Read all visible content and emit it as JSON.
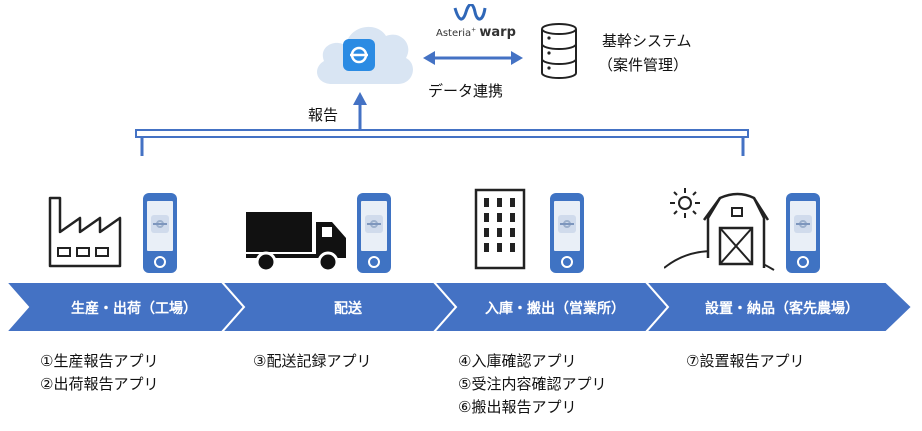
{
  "top": {
    "report_label": "報告",
    "data_link_label": "データ連携",
    "core_system_line1": "基幹システム",
    "core_system_line2": "（案件管理）",
    "asteria_brand": "Asteria",
    "asteria_product": "warp"
  },
  "stages": [
    {
      "label": "生産・出荷（工場）",
      "apps": [
        "①生産報告アプリ",
        "②出荷報告アプリ"
      ]
    },
    {
      "label": "配送",
      "apps": [
        "③配送記録アプリ"
      ]
    },
    {
      "label": "入庫・搬出（営業所）",
      "apps": [
        "④入庫確認アプリ",
        "⑤受注内容確認アプリ",
        "⑥搬出報告アプリ"
      ]
    },
    {
      "label": "設置・納品（客先農場）",
      "apps": [
        "⑦設置報告アプリ"
      ]
    }
  ],
  "colors": {
    "chevron": "#4472c4",
    "phone": "#3f73c3",
    "cloud": "#d9e5f3",
    "app_tile": "#2b8be3",
    "connector": "#4472c4"
  },
  "icons": [
    "cloud-icon",
    "asteria-logo-icon",
    "database-icon",
    "factory-icon",
    "truck-icon",
    "building-icon",
    "sun-icon",
    "barn-icon",
    "smartphone-icon"
  ]
}
